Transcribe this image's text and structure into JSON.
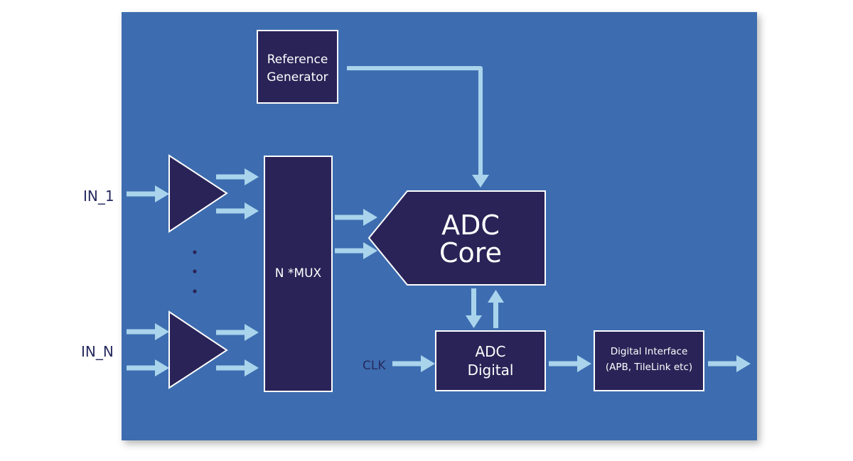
{
  "colors": {
    "panel": "#3d6db0",
    "block": "#2a2357",
    "arrow": "#a9d4ec",
    "block_text": "#ffffff",
    "external_text": "#262a5e"
  },
  "inputs": {
    "in_1": "IN_1",
    "in_n": "IN_N",
    "clk": "CLK"
  },
  "blocks": {
    "reference_generator": [
      "Reference",
      "Generator"
    ],
    "mux": "N *MUX",
    "adc_core": [
      "ADC",
      "Core"
    ],
    "adc_digital": [
      "ADC",
      "Digital"
    ],
    "digital_interface": [
      "Digital Interface",
      "(APB, TileLink etc)"
    ]
  }
}
